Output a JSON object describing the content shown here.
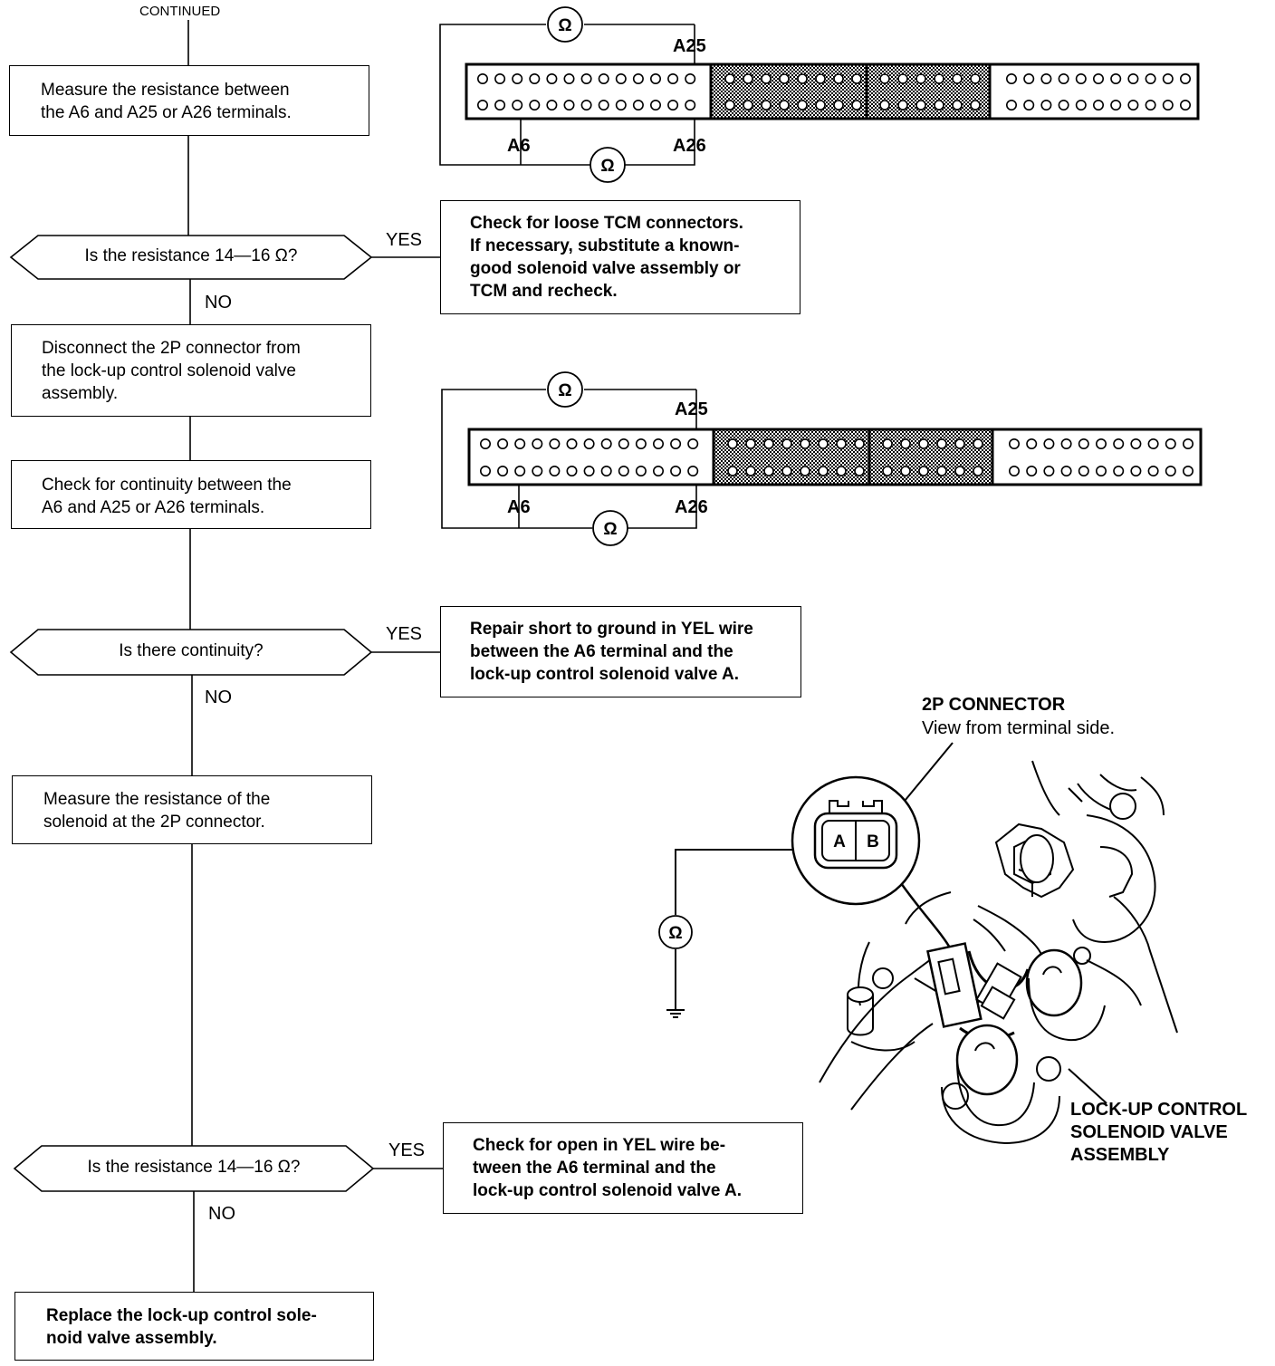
{
  "continued": "CONTINUED",
  "steps": {
    "measure_a6": [
      "Measure the resistance between",
      "the A6 and A25 or A26 terminals."
    ],
    "disconnect": [
      "Disconnect the 2P connector from",
      "the lock-up control solenoid valve",
      "assembly."
    ],
    "check_continuity": [
      "Check for continuity between the",
      "A6 and A25 or A26 terminals."
    ],
    "measure_solenoid": [
      "Measure the resistance of the",
      "solenoid at the 2P connector."
    ],
    "replace": [
      "Replace the lock-up control sole-",
      "noid valve assembly."
    ]
  },
  "decisions": {
    "q1": "Is the resistance 14—16 Ω?",
    "q2": "Is there continuity?",
    "q3": "Is the resistance 14—16 Ω?"
  },
  "results": {
    "r1": [
      "Check for loose TCM connectors.",
      "If necessary, substitute a known-",
      "good solenoid valve assembly or",
      "TCM and recheck."
    ],
    "r2": [
      "Repair short to ground in YEL wire",
      "between the A6 terminal and the",
      "lock-up control solenoid valve A."
    ],
    "r3": [
      "Check for open in YEL wire be-",
      "tween the A6 terminal and the",
      "lock-up control solenoid valve A."
    ]
  },
  "branch": {
    "yes": "YES",
    "no": "NO"
  },
  "terminals": {
    "a25": "A25",
    "a6": "A6",
    "a26": "A26"
  },
  "ohm_symbol": "Ω",
  "connector": {
    "title": "2P CONNECTOR",
    "subtitle": "View from terminal side.",
    "pin_a": "A",
    "pin_b": "B"
  },
  "solenoid_label": [
    "LOCK-UP CONTROL",
    "SOLENOID VALVE",
    "ASSEMBLY"
  ]
}
